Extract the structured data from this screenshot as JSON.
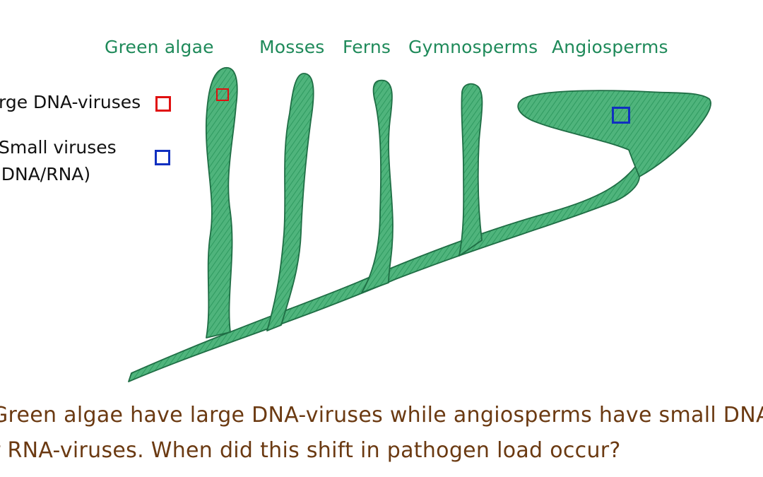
{
  "lineages": [
    {
      "key": "green_algae",
      "label": "Green algae"
    },
    {
      "key": "mosses",
      "label": "Mosses"
    },
    {
      "key": "ferns",
      "label": "Ferns"
    },
    {
      "key": "gymnosperms",
      "label": "Gymnosperms"
    },
    {
      "key": "angiosperms",
      "label": "Angiosperms"
    }
  ],
  "legend": {
    "large_dna_viruses": {
      "line1": "rge DNA-viruses",
      "color": "#e01010"
    },
    "small_viruses": {
      "line1": "Small viruses",
      "line2": "(DNA/RNA)",
      "color": "#1030c0"
    }
  },
  "markers": [
    {
      "lineage": "green_algae",
      "type": "large_dna_viruses"
    },
    {
      "lineage": "angiosperms",
      "type": "small_viruses"
    }
  ],
  "question": {
    "line1": "Green algae have large DNA-viruses while angiosperms have small DNA",
    "line2": "r RNA-viruses. When did this shift in pathogen load occur?"
  },
  "colors": {
    "branch_fill": "#3aa86b",
    "branch_outline": "#1f6e45",
    "label": "#1f8a5a",
    "question": "#6b3a12"
  }
}
